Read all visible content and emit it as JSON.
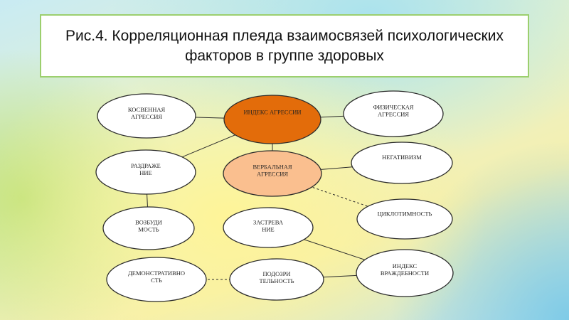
{
  "title": "Рис.4. Корреляционная плеяда взаимосвязей психологических факторов в группе здоровых",
  "nodes": {
    "index_aggression": {
      "lines": [
        "ИНДЕКС АГРЕССИИ"
      ],
      "color": "#e36c0a"
    },
    "indirect_aggression": {
      "lines": [
        "КОСВЕННАЯ",
        "АГРЕССИЯ"
      ]
    },
    "physical_aggression": {
      "lines": [
        "ФИЗИЧЕСКАЯ",
        "АГРЕССИЯ"
      ]
    },
    "irritation": {
      "lines": [
        "РАЗДРАЖЕ",
        "НИЕ"
      ]
    },
    "verbal_aggression": {
      "lines": [
        "ВЕРБАЛЬНАЯ",
        "АГРЕССИЯ"
      ],
      "color": "#fabf8f"
    },
    "negativism": {
      "lines": [
        "НЕГАТИВИЗМ"
      ]
    },
    "cyclothymia": {
      "lines": [
        "ЦИКЛОТИМНОСТЬ"
      ]
    },
    "excitability": {
      "lines": [
        "ВОЗБУДИ",
        "МОСТЬ"
      ]
    },
    "stuckness": {
      "lines": [
        "ЗАСТРЕВА",
        "НИЕ"
      ]
    },
    "hostility_index": {
      "lines": [
        "ИНДЕКС",
        "ВРАЖДЕБНОСТИ"
      ]
    },
    "demonstrativeness": {
      "lines": [
        "ДЕМОНСТРАТИВНО",
        "СТЬ"
      ]
    },
    "suspiciousness": {
      "lines": [
        "ПОДОЗРИ",
        "ТЕЛЬНОСТЬ"
      ]
    }
  },
  "edges": [
    {
      "from": "indirect_aggression",
      "to": "index_aggression",
      "style": "solid"
    },
    {
      "from": "index_aggression",
      "to": "physical_aggression",
      "style": "solid"
    },
    {
      "from": "index_aggression",
      "to": "verbal_aggression",
      "style": "solid"
    },
    {
      "from": "index_aggression",
      "to": "irritation",
      "style": "solid"
    },
    {
      "from": "verbal_aggression",
      "to": "negativism",
      "style": "solid"
    },
    {
      "from": "verbal_aggression",
      "to": "cyclothymia",
      "style": "dashed"
    },
    {
      "from": "irritation",
      "to": "excitability",
      "style": "solid"
    },
    {
      "from": "stuckness",
      "to": "hostility_index",
      "style": "solid"
    },
    {
      "from": "suspiciousness",
      "to": "hostility_index",
      "style": "solid"
    },
    {
      "from": "demonstrativeness",
      "to": "suspiciousness",
      "style": "dashed"
    }
  ]
}
